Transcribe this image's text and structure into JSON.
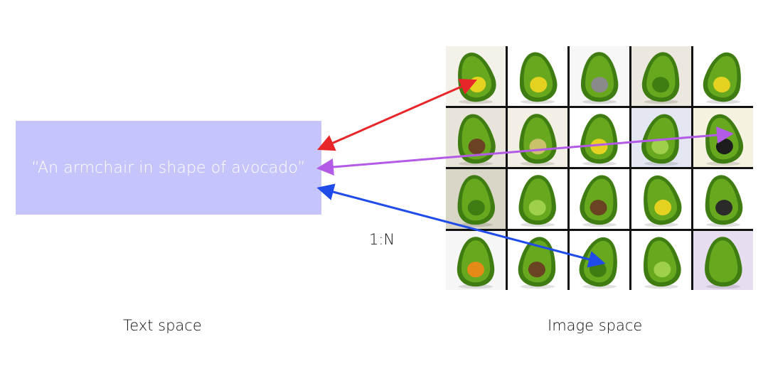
{
  "text_space": {
    "prompt": "“An armchair in shape of avocado”",
    "caption": "Text space"
  },
  "mapping_label": "1:N",
  "image_space": {
    "caption": "Image space",
    "rows": 4,
    "cols": 5
  },
  "arrow_colors": [
    "#e8262a",
    "#b35be6",
    "#1f4be8"
  ],
  "colors": {
    "text_box": "#c6c5fb",
    "avocado_dark": "#3f7d12",
    "avocado_mid": "#67a81f",
    "avocado_light": "#9fd04a",
    "pit_yellow": "#e5d220",
    "pit_brown": "#6a4322"
  }
}
